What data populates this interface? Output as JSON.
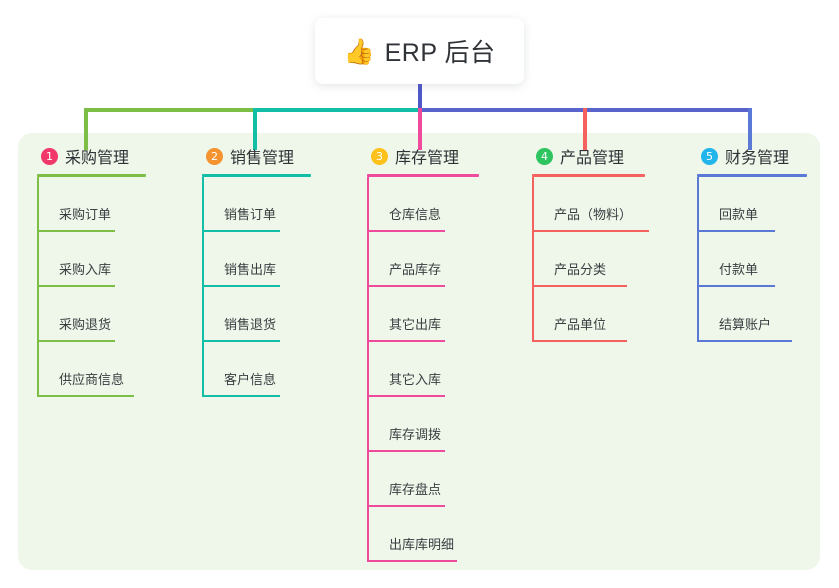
{
  "root": {
    "icon": "thumbs-up-icon",
    "icon_glyph": "👍",
    "label": "ERP 后台"
  },
  "panel": {
    "background_color": "#eef7e9"
  },
  "connector_colors": {
    "trunk": "#4f58c8",
    "segment_green": "#7dbf46",
    "segment_teal": "#12bfa6",
    "segment_blue": "#5a63cc"
  },
  "columns": [
    {
      "number": "1",
      "title": "采购管理",
      "badge_color": "#f0386b",
      "line_color": "#7dbf46",
      "stem_color": "#7dbf46",
      "items": [
        {
          "label": "采购订单"
        },
        {
          "label": "采购入库"
        },
        {
          "label": "采购退货"
        },
        {
          "label": "供应商信息"
        }
      ]
    },
    {
      "number": "2",
      "title": "销售管理",
      "badge_color": "#f59331",
      "line_color": "#12bfa6",
      "stem_color": "#12bfa6",
      "items": [
        {
          "label": "销售订单"
        },
        {
          "label": "销售出库"
        },
        {
          "label": "销售退货"
        },
        {
          "label": "客户信息"
        }
      ]
    },
    {
      "number": "3",
      "title": "库存管理",
      "badge_color": "#fcc21b",
      "line_color": "#ef4a9b",
      "stem_color": "#ef4a9b",
      "items": [
        {
          "label": "仓库信息"
        },
        {
          "label": "产品库存"
        },
        {
          "label": "其它出库"
        },
        {
          "label": "其它入库"
        },
        {
          "label": "库存调拨"
        },
        {
          "label": "库存盘点"
        },
        {
          "label": "出库库明细"
        }
      ]
    },
    {
      "number": "4",
      "title": "产品管理",
      "badge_color": "#2ec45f",
      "line_color": "#f4615e",
      "stem_color": "#f4615e",
      "items": [
        {
          "label": "产品（物料）"
        },
        {
          "label": "产品分类"
        },
        {
          "label": "产品单位"
        }
      ]
    },
    {
      "number": "5",
      "title": "财务管理",
      "badge_color": "#22b5ec",
      "line_color": "#5a79d6",
      "stem_color": "#5a79d6",
      "items": [
        {
          "label": "回款单"
        },
        {
          "label": "付款单"
        },
        {
          "label": "结算账户"
        }
      ]
    }
  ]
}
